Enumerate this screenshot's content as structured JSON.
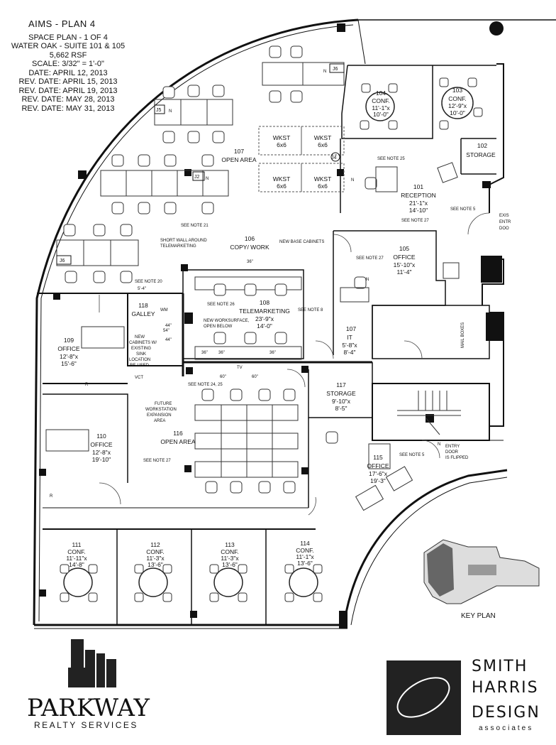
{
  "header": {
    "title": "AIMS - PLAN 4",
    "lines": [
      "SPACE PLAN - 1 OF 4",
      "WATER OAK - SUITE 101 & 105",
      "5,662 RSF",
      "SCALE: 3/32\" = 1'-0\"",
      "DATE: APRIL 12, 2013",
      "REV. DATE: APRIL 15, 2013",
      "REV. DATE: APRIL 19, 2013",
      "REV. DATE: MAY 28, 2013",
      "REV. DATE: MAY 31, 2013"
    ]
  },
  "rooms": [
    {
      "num": "104",
      "name": "CONF.",
      "dims": [
        "11'-1\"x",
        "10'-0\""
      ]
    },
    {
      "num": "103",
      "name": "CONF.",
      "dims": [
        "12'-9\"x",
        "10'-0\""
      ]
    },
    {
      "num": "102",
      "name": "STORAGE",
      "dims": []
    },
    {
      "num": "101",
      "name": "RECEPTION",
      "dims": [
        "21'-1\"x",
        "14'-10\""
      ]
    },
    {
      "num": "107",
      "name": "OPEN AREA",
      "dims": []
    },
    {
      "num": "106",
      "name": "COPY/ WORK",
      "dims": []
    },
    {
      "num": "105",
      "name": "OFFICE",
      "dims": [
        "15'-10\"x",
        "11'-4\""
      ]
    },
    {
      "num": "108",
      "name": "TELEMARKETING",
      "dims": [
        "23'-9\"x",
        "14'-0\""
      ]
    },
    {
      "num": "118",
      "name": "GALLEY",
      "dims": []
    },
    {
      "num": "109",
      "name": "OFFICE",
      "dims": [
        "12'-8\"x",
        "15'-6\""
      ]
    },
    {
      "num": "107",
      "name": "IT",
      "dims": [
        "5'-8\"x",
        "8'-4\""
      ]
    },
    {
      "num": "117",
      "name": "STORAGE",
      "dims": [
        "9'-10\"x",
        "8'-5\""
      ]
    },
    {
      "num": "116",
      "name": "OPEN AREA",
      "dims": []
    },
    {
      "num": "110",
      "name": "OFFICE",
      "dims": [
        "12'-8\"x",
        "19'-10\""
      ]
    },
    {
      "num": "115",
      "name": "OFFICE",
      "dims": [
        "17'-6\"x",
        "19'-3\""
      ]
    },
    {
      "num": "111",
      "name": "CONF.",
      "dims": [
        "11'-11\"x",
        "14'-8\""
      ]
    },
    {
      "num": "112",
      "name": "CONF.",
      "dims": [
        "11'-3\"x",
        "13'-6\""
      ]
    },
    {
      "num": "113",
      "name": "CONF.",
      "dims": [
        "11'-3\"x",
        "13'-6\""
      ]
    },
    {
      "num": "114",
      "name": "CONF.",
      "dims": [
        "11'-1\"x",
        "13'-6\""
      ]
    }
  ],
  "workstations": [
    "WKST",
    "6x6"
  ],
  "notes": {
    "n25": "SEE NOTE 25",
    "n5a": "SEE NOTE 5",
    "n27a": "SEE NOTE 27",
    "n21": "SEE NOTE 21",
    "short_wall": [
      "SHORT WALL AROUND",
      "TELEMARKETING"
    ],
    "base_cab": "NEW BASE CABINETS",
    "n27b": "SEE NOTE 27",
    "n20": "SEE NOTE 20",
    "n26": "SEE NOTE 26",
    "n8": "SEE NOTE 8",
    "new_ws": [
      "NEW WORKSURFACE,",
      "OPEN BELOW"
    ],
    "new_cab": [
      "NEW",
      "CABINETS W/",
      "EXISTING",
      "SINK",
      "LOCATION",
      "RE-USED"
    ],
    "vct": "VCT",
    "n2425": "SEE NOTE 24, 25",
    "future": [
      "FUTURE",
      "WORKSTATION",
      "EXPANSION",
      "AREA"
    ],
    "n27c": "SEE NOTE 27",
    "n5b": "SEE NOTE 5",
    "entry": [
      "ENTRY",
      "DOOR",
      "IS FLIPPED"
    ],
    "exist": [
      "EXIS",
      "ENTR",
      "DOO"
    ],
    "mail": "MAIL BOXES",
    "dim54": "5'-4\"",
    "tv": "TV",
    "wm": "WM",
    "j2": "J2",
    "j4": "J4",
    "j5": "J5",
    "j6": "J6",
    "n": "N",
    "d36": "36\"",
    "d60": "60\"",
    "d44": "44\"",
    "d54": "54\"",
    "r": "R"
  },
  "key_plan": {
    "label": "KEY PLAN"
  },
  "logos": {
    "parkway": "PARKWAY",
    "parkway_sub": "REALTY SERVICES",
    "shd": [
      "SMITH",
      "HARRIS",
      "DESIGN"
    ],
    "shd_sub": "associates"
  }
}
